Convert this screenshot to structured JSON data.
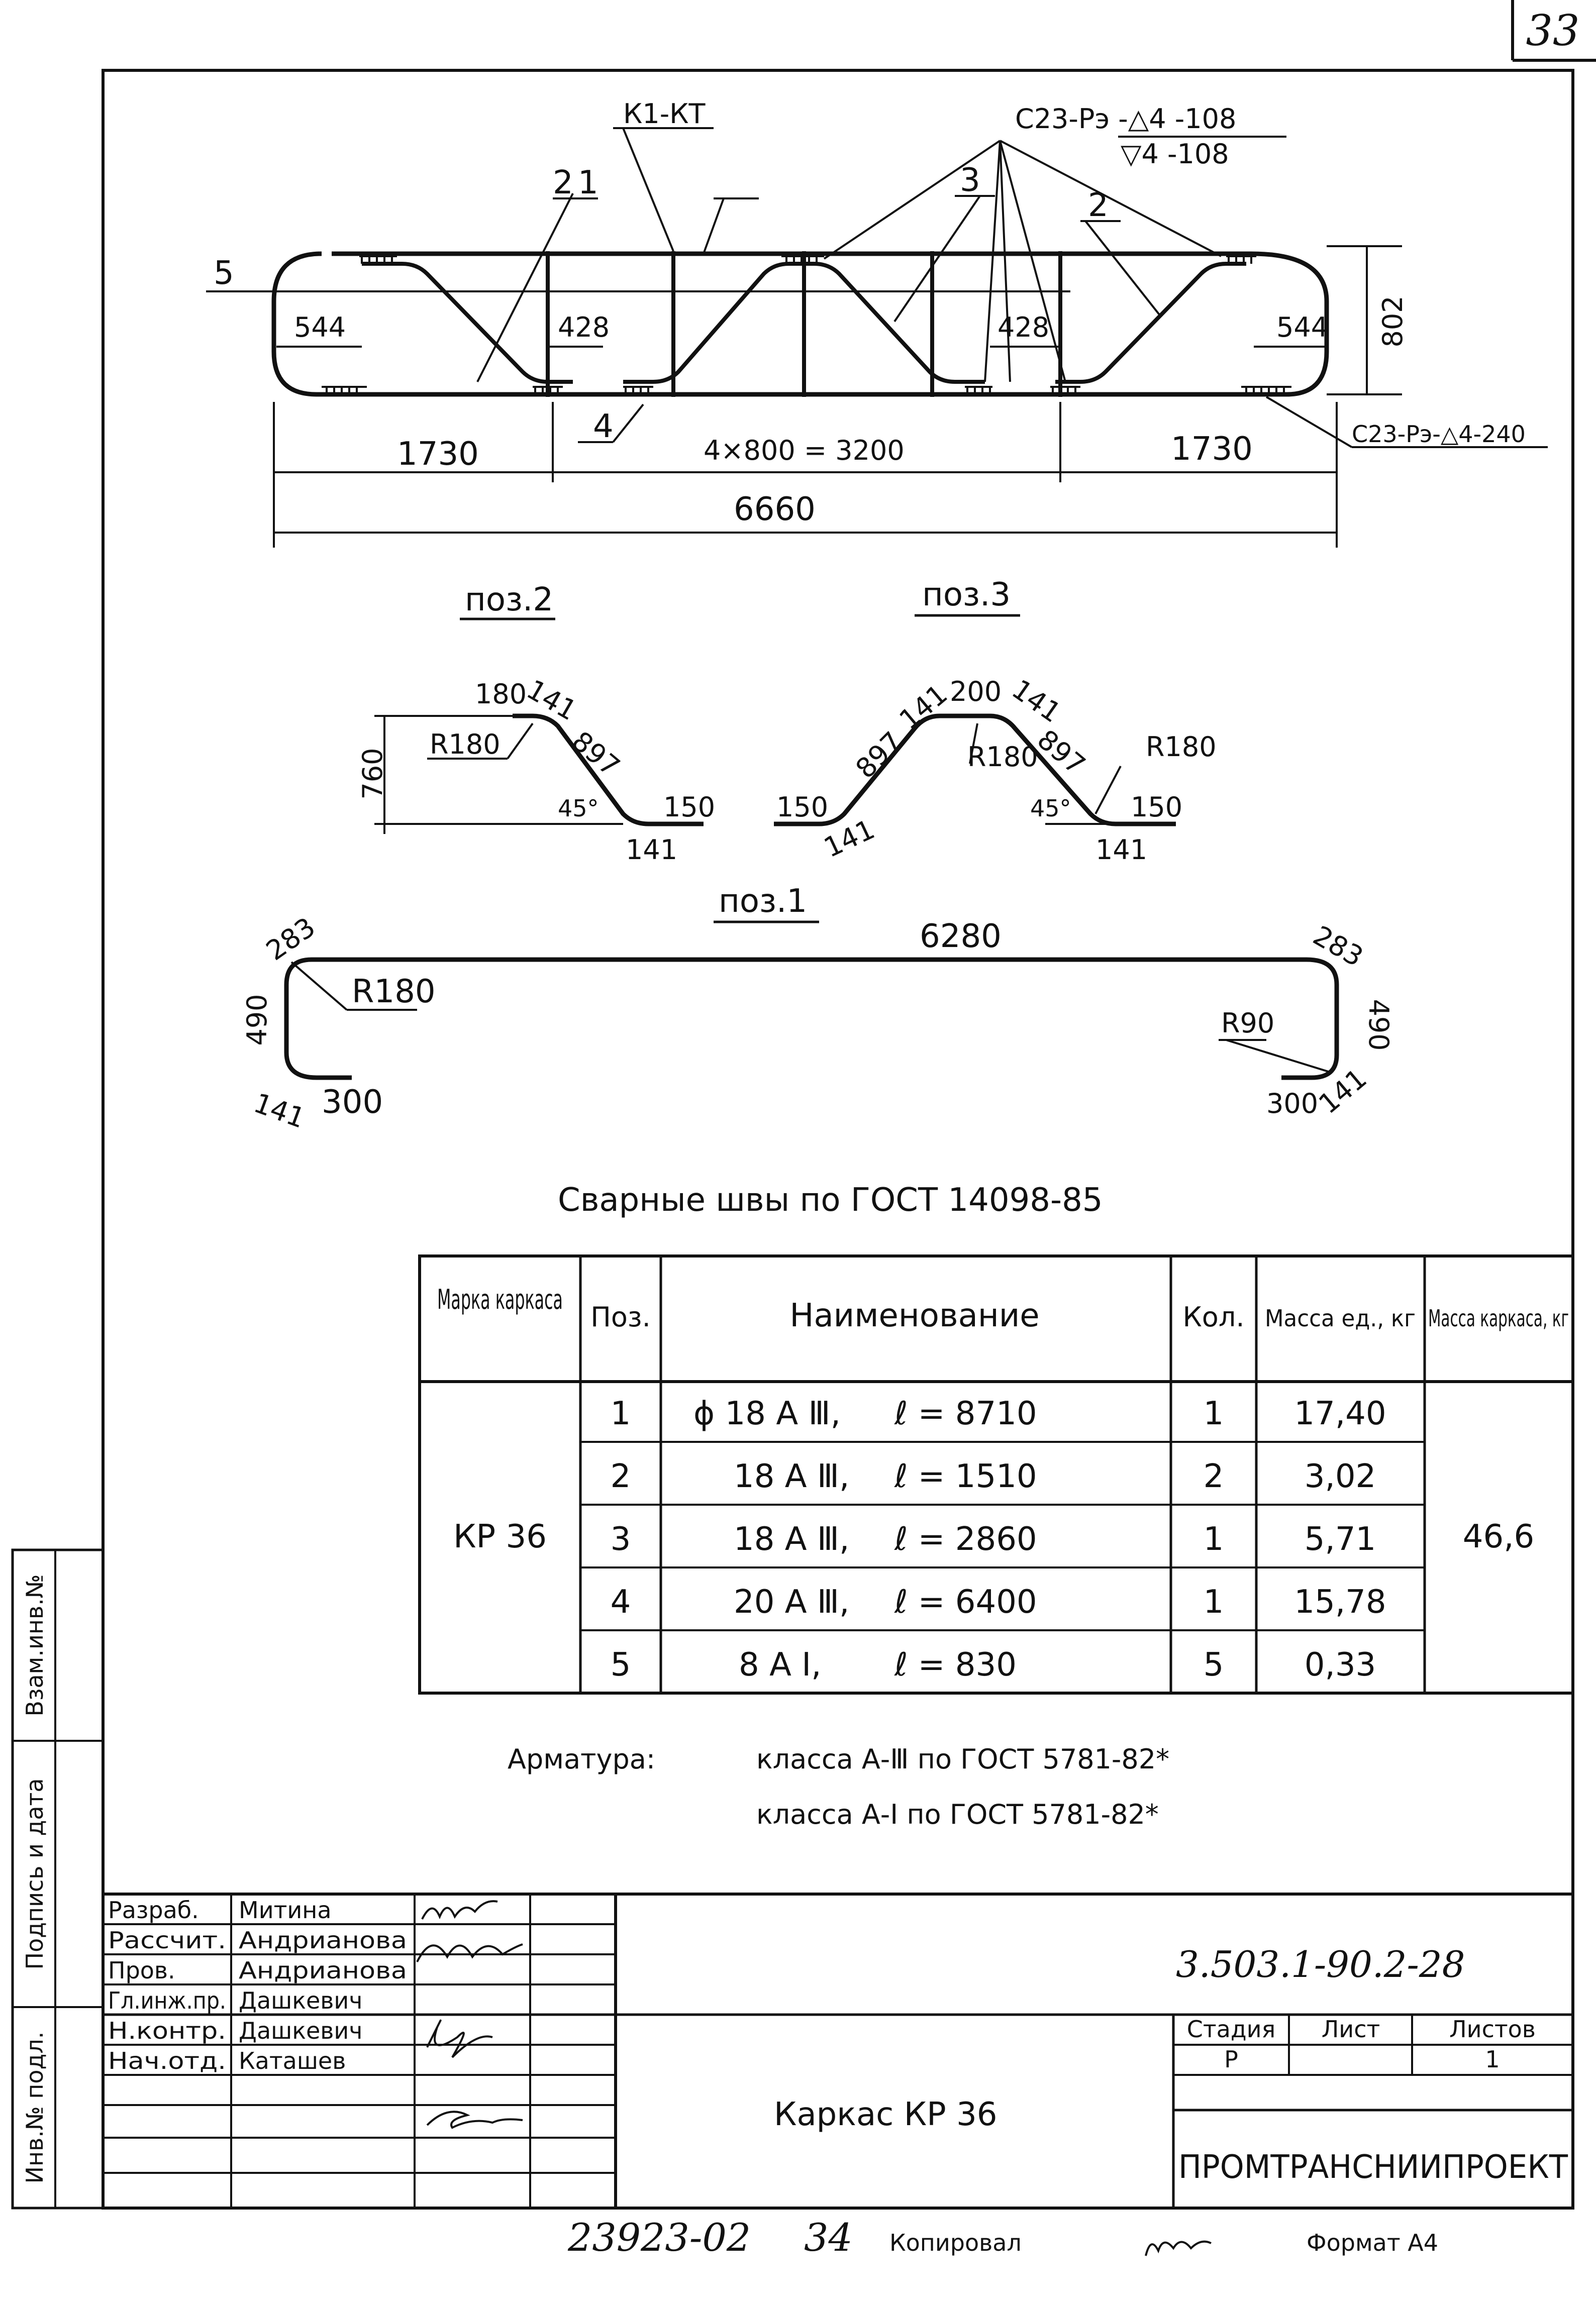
{
  "sheet_number": "33",
  "main_drawing": {
    "labels": {
      "k1": "К1-КТ",
      "weld_top_1": "С23-Рэ -△4 -108",
      "weld_top_2": "▽4 -108",
      "weld_bottom": "С23-Рэ-△4-240",
      "pos1": "1",
      "pos2a": "2",
      "pos2b": "2",
      "pos3": "3",
      "pos4": "4",
      "pos5": "5"
    },
    "dims": {
      "d544_left": "544",
      "d428_left": "428",
      "d428_right": "428",
      "d544_right": "544",
      "d802": "802",
      "d1730_left": "1730",
      "d3200": "4×800 = 3200",
      "d1730_right": "1730",
      "d6660": "6660"
    }
  },
  "pos2": {
    "title": "поз.2",
    "dims": {
      "a180": "180",
      "a141": "141",
      "a897": "897",
      "r180": "R180",
      "h760": "760",
      "ang": "45°",
      "b150": "150",
      "b141": "141"
    }
  },
  "pos3": {
    "title": "поз.3",
    "dims": {
      "a897l": "897",
      "a141l": "141",
      "a200": "200",
      "a141r": "141",
      "a897r": "897",
      "r180a": "R180",
      "r180b": "R180",
      "l150": "150",
      "l141": "141",
      "ang": "45°",
      "r150": "150",
      "r141": "141"
    }
  },
  "pos1": {
    "title": "поз.1",
    "dims": {
      "len": "6280",
      "c283l": "283",
      "r180": "R180",
      "h490l": "490",
      "b141l": "141",
      "b300l": "300",
      "c283r": "283",
      "r90": "R90",
      "h490r": "490",
      "b300r": "300",
      "b141r": "141"
    }
  },
  "welds_note": "Сварные швы по ГОСТ 14098-85",
  "table": {
    "headers": [
      "Марка каркаса",
      "Поз.",
      "Наименование",
      "Кол.",
      "Масса ед., кг",
      "Масса каркаса, кг"
    ],
    "mark": "КР 36",
    "total_mass": "46,6",
    "rows": [
      {
        "pos": "1",
        "name": "ϕ 18 А Ⅲ,",
        "len": "ℓ = 8710",
        "qty": "1",
        "mass": "17,40"
      },
      {
        "pos": "2",
        "name": "18 А Ⅲ,",
        "len": "ℓ = 1510",
        "qty": "2",
        "mass": "3,02"
      },
      {
        "pos": "3",
        "name": "18 А Ⅲ,",
        "len": "ℓ = 2860",
        "qty": "1",
        "mass": "5,71"
      },
      {
        "pos": "4",
        "name": "20 А Ⅲ,",
        "len": "ℓ = 6400",
        "qty": "1",
        "mass": "15,78"
      },
      {
        "pos": "5",
        "name": "8 А Ⅰ,",
        "len": "ℓ = 830",
        "qty": "5",
        "mass": "0,33"
      }
    ]
  },
  "armature_note": {
    "label": "Арматура:",
    "line1": "класса А-Ⅲ по ГОСТ 5781-82*",
    "line2": "класса А-Ⅰ по ГОСТ 5781-82*"
  },
  "left_stamp": {
    "a": "Взам.инв.№",
    "b": "Подпись и дата",
    "c": "Инв.№ подл."
  },
  "title_block": {
    "roles": [
      {
        "role": "Разраб.",
        "name": "Митина"
      },
      {
        "role": "Рассчит.",
        "name": "Андрианова"
      },
      {
        "role": "Пров.",
        "name": "Андрианова"
      },
      {
        "role": "Гл.инж.пр.",
        "name": "Дашкевич"
      },
      {
        "role": "Н.контр.",
        "name": "Дашкевич"
      },
      {
        "role": "Нач.отд.",
        "name": "Каташев"
      }
    ],
    "doc_code": "3.503.1-90.2-28",
    "title": "Каркас КР 36",
    "stage_header": "Стадия",
    "sheet_header": "Лист",
    "sheets_header": "Листов",
    "stage": "Р",
    "sheets": "1",
    "org": "ПРОМТРАНСНИИПРОЕКТ"
  },
  "footer": {
    "inv": "23923-02",
    "num": "34",
    "copied": "Копировал",
    "format": "Формат А4"
  }
}
